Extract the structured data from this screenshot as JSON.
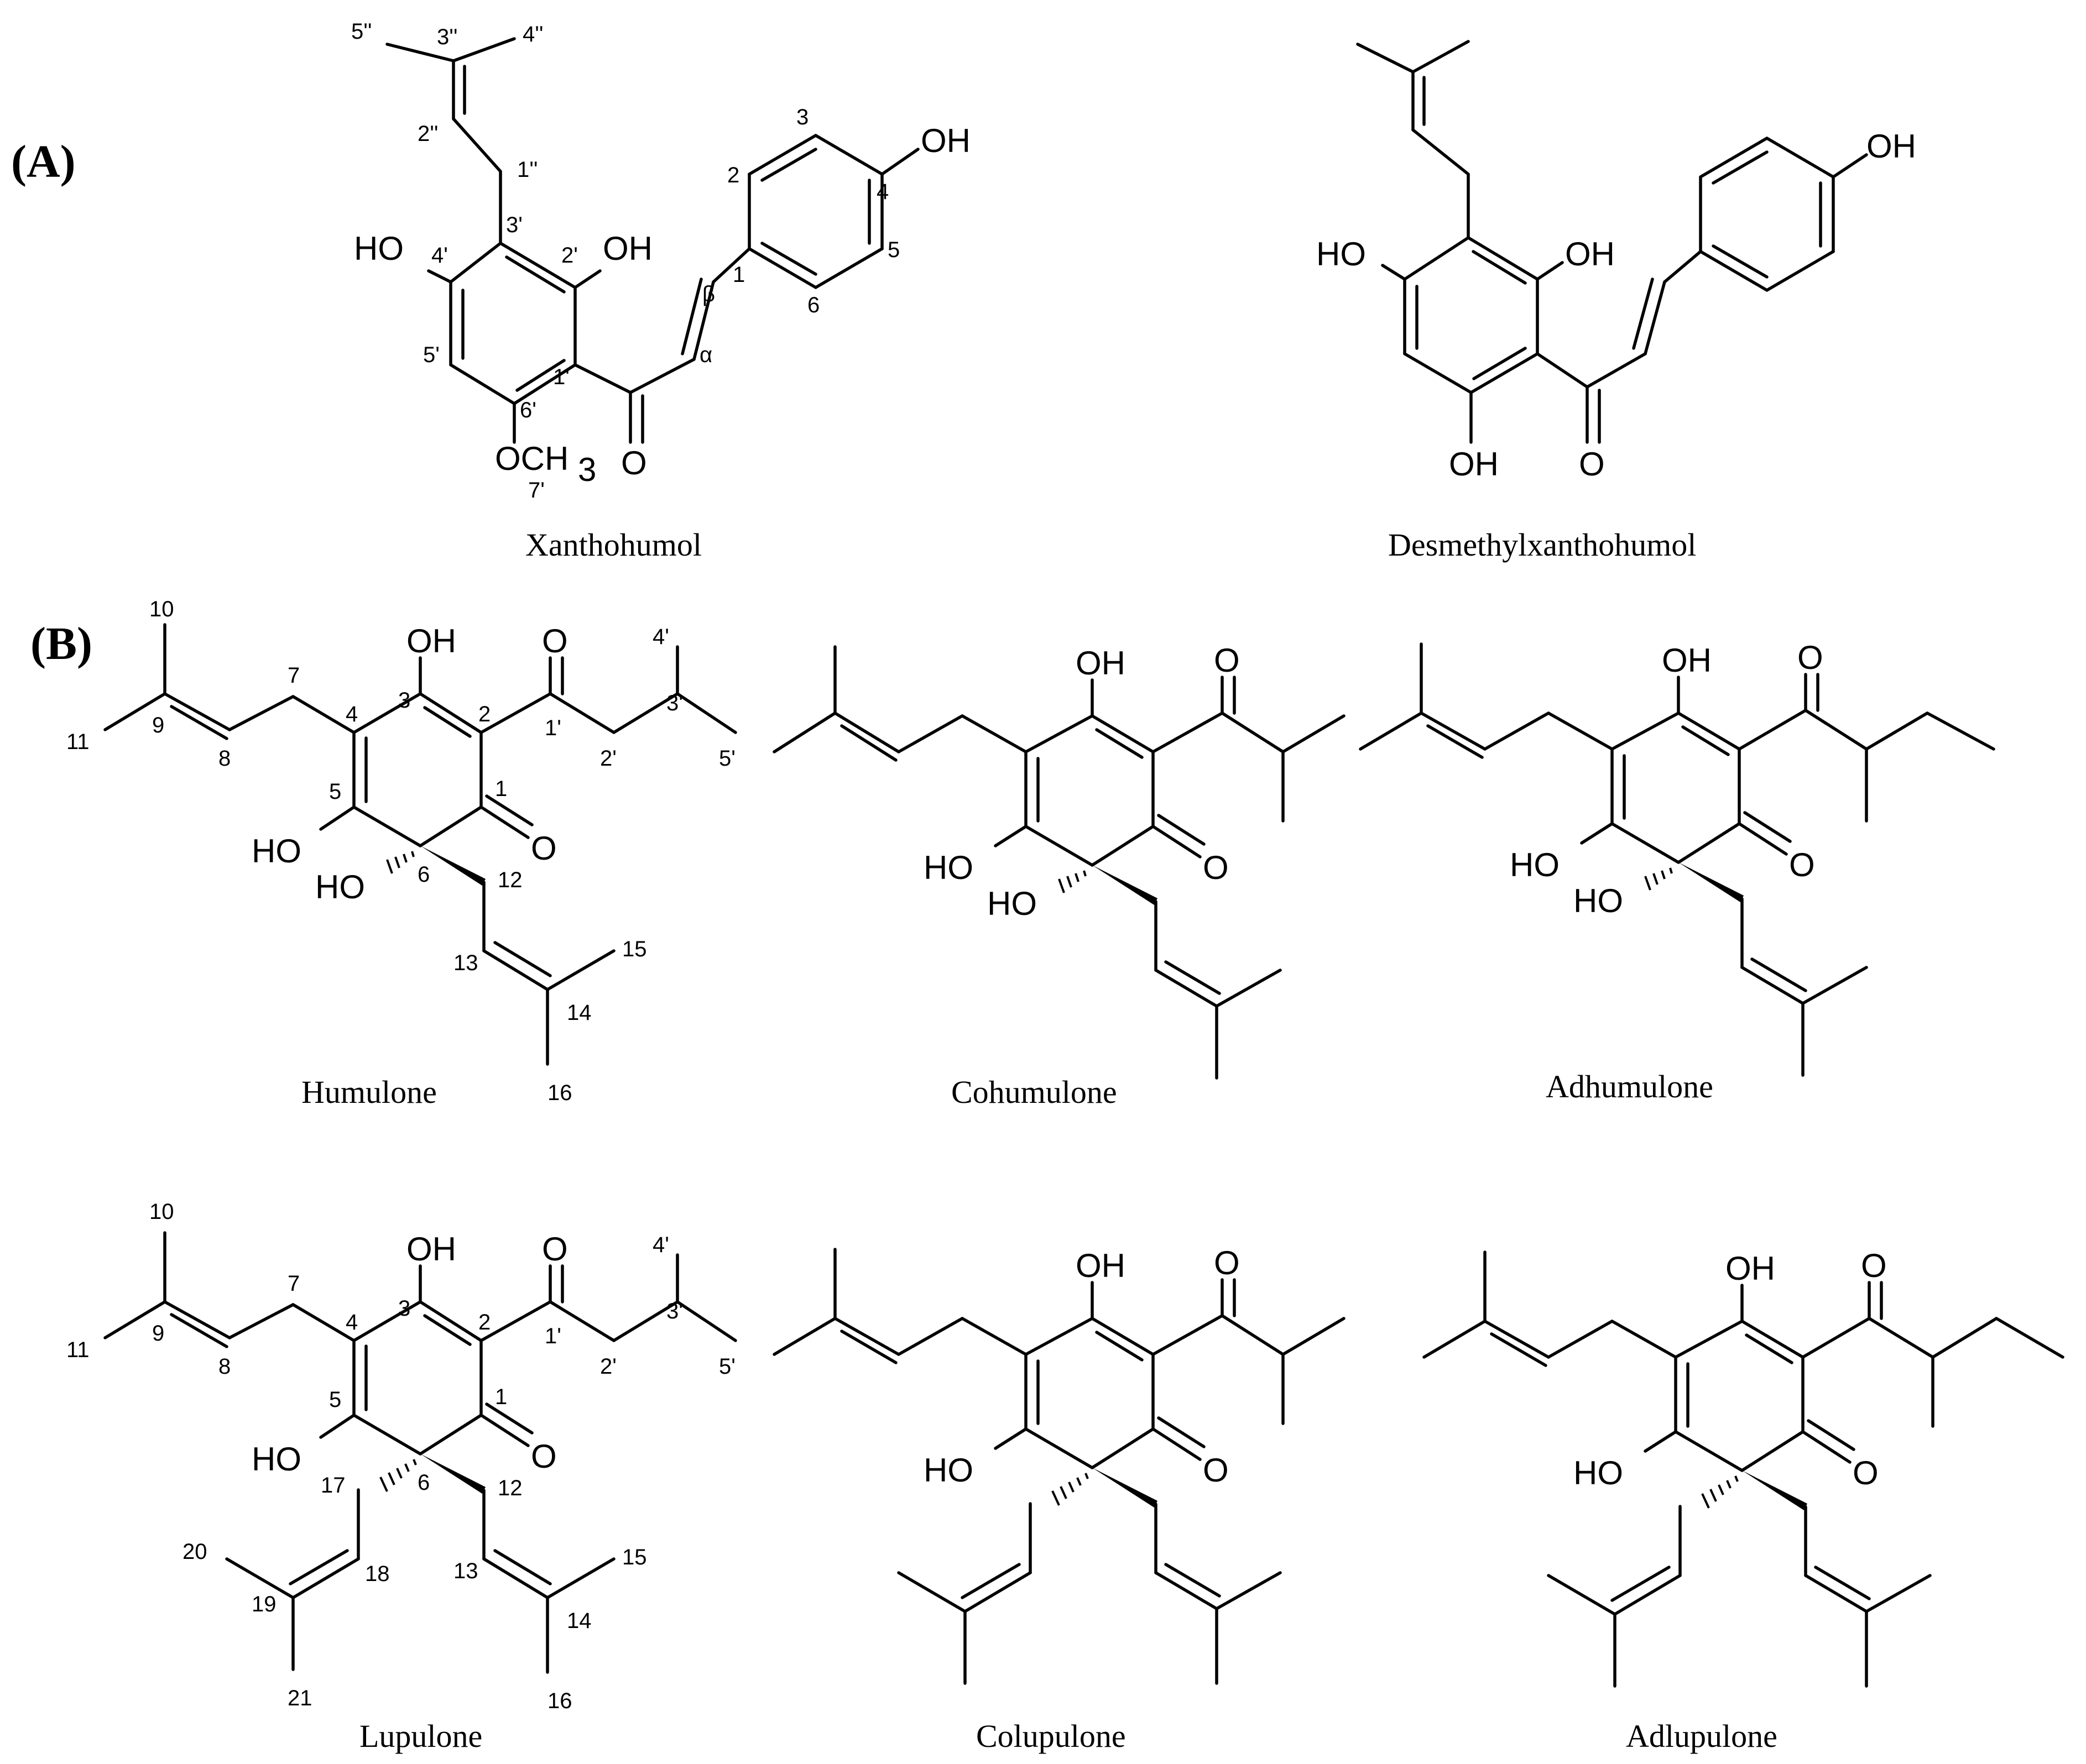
{
  "panels": {
    "a": "(A)",
    "b": "(B)"
  },
  "atoms": {
    "oh": "OH",
    "ho": "HO",
    "o": "O",
    "och3": "OCH",
    "three": "3"
  },
  "compounds": {
    "xanthohumol": "Xanthohumol",
    "desmethylxanthohumol": "Desmethylxanthohumol",
    "humulone": "Humulone",
    "cohumulone": "Cohumulone",
    "adhumulone": "Adhumulone",
    "lupulone": "Lupulone",
    "colupulone": "Colupulone",
    "adlupulone": "Adlupulone"
  },
  "xanthohumol_numbers": {
    "n5pp": "5''",
    "n3pp": "3''",
    "n4pp": "4''",
    "n2pp": "2''",
    "n1pp": "1''",
    "n3": "3",
    "n2": "2",
    "n4": "4",
    "n5": "5",
    "n6": "6",
    "n1": "1",
    "n3p": "3'",
    "n4p": "4'",
    "n2p": "2'",
    "n1p": "1'",
    "n5p": "5'",
    "n6p": "6'",
    "n7p": "7'",
    "beta": "β",
    "alpha": "α"
  },
  "humulone_numbers": {
    "n10": "10",
    "n11": "11",
    "n9": "9",
    "n8": "8",
    "n7": "7",
    "n4": "4",
    "n3": "3",
    "n2": "2",
    "n1": "1",
    "n5": "5",
    "n6": "6",
    "n12": "12",
    "n13": "13",
    "n14": "14",
    "n15": "15",
    "n16": "16",
    "n1p": "1'",
    "n2p": "2'",
    "n3p": "3'",
    "n4p": "4'",
    "n5p": "5'"
  },
  "lupulone_numbers": {
    "n10": "10",
    "n11": "11",
    "n9": "9",
    "n8": "8",
    "n7": "7",
    "n4": "4",
    "n3": "3",
    "n2": "2",
    "n1": "1",
    "n5": "5",
    "n6": "6",
    "n12": "12",
    "n13": "13",
    "n14": "14",
    "n15": "15",
    "n16": "16",
    "n17": "17",
    "n18": "18",
    "n19": "19",
    "n20": "20",
    "n21": "21",
    "n1p": "1'",
    "n2p": "2'",
    "n3p": "3'",
    "n4p": "4'",
    "n5p": "5'"
  }
}
